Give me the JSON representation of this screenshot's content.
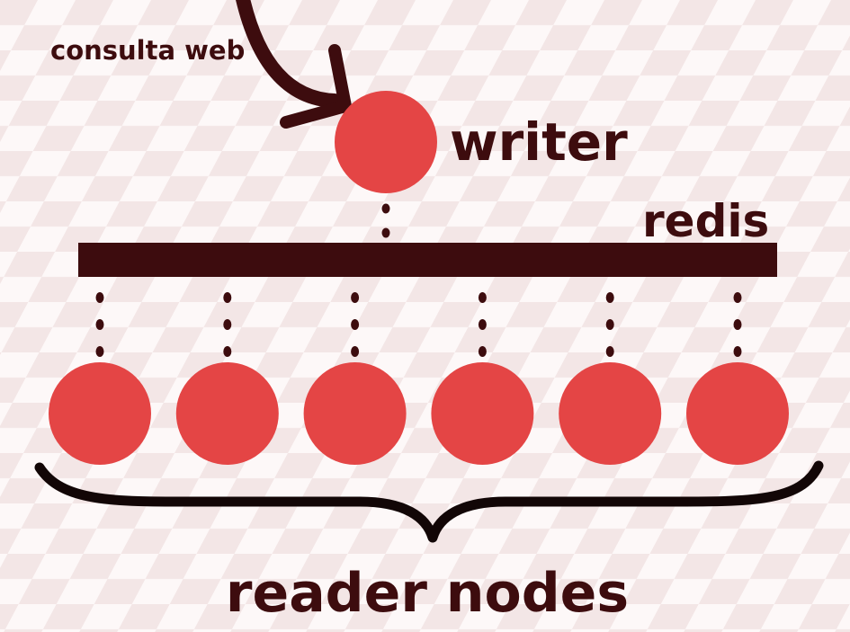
{
  "labels": {
    "query": "consulta web",
    "writer": "writer",
    "store": "redis",
    "readers": "reader nodes"
  },
  "reader_count": 6,
  "colors": {
    "node": "#e44545",
    "ink": "#3d0c0e",
    "checker_light": "#fdf8f8",
    "checker_dark": "#f3e6e6"
  }
}
